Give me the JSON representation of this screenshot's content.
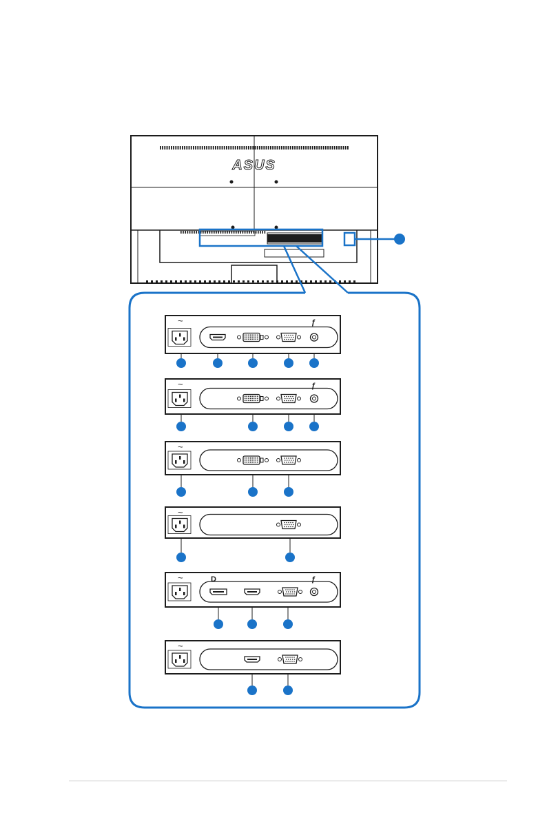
{
  "diagram": {
    "brand_logo_text": "ASUS",
    "monitor_rear_labels": [
      "HDMI",
      "DVI",
      "VGA",
      "AUDIO"
    ],
    "accent_color": "#1a73c8",
    "outline_color": "#1c1c1c",
    "panel_rows": [
      {
        "ports": [
          "ac-power",
          "hdmi",
          "dvi",
          "vga",
          "audio-in"
        ],
        "markers": 5,
        "power_symbol": "~",
        "audio_symbol": "ƒ"
      },
      {
        "ports": [
          "ac-power",
          "dvi",
          "vga",
          "audio-in"
        ],
        "markers": 4,
        "power_symbol": "~",
        "audio_symbol": "ƒ"
      },
      {
        "ports": [
          "ac-power",
          "dvi",
          "vga"
        ],
        "markers": 3,
        "power_symbol": "~"
      },
      {
        "ports": [
          "ac-power",
          "vga"
        ],
        "markers": 2,
        "power_symbol": "~"
      },
      {
        "ports": [
          "ac-power",
          "displayport",
          "hdmi",
          "vga",
          "audio-in"
        ],
        "markers": 3,
        "power_symbol": "~",
        "dp_symbol": "D",
        "audio_symbol": "ƒ"
      },
      {
        "ports": [
          "ac-power",
          "hdmi",
          "vga"
        ],
        "markers": 2,
        "power_symbol": "~"
      }
    ]
  }
}
